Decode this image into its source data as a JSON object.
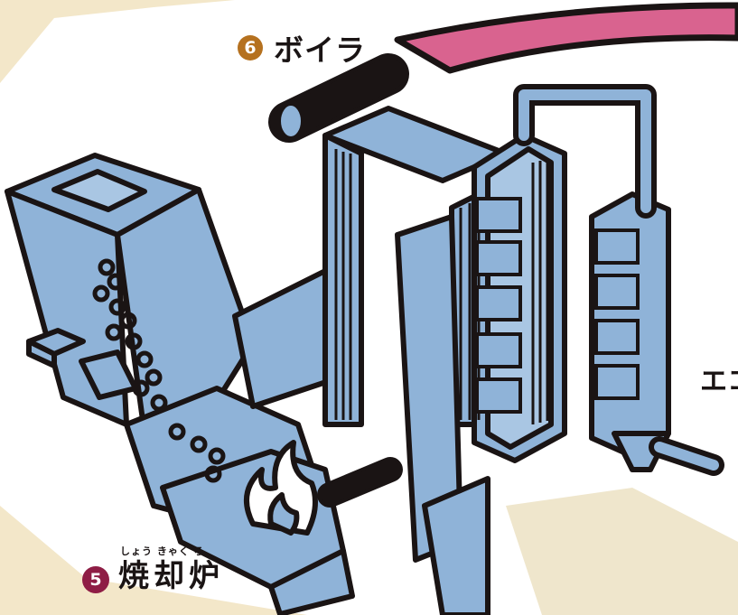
{
  "labels": {
    "boiler": {
      "number": "6",
      "text": "ボイラ"
    },
    "incinerator": {
      "number": "5",
      "ruby": "しょう きゃく ろ",
      "text": "焼却炉"
    },
    "cut_off": {
      "text": "エコ"
    }
  },
  "colors": {
    "background": "#f3e7c9",
    "panel": "#ffffff",
    "equipment_fill": "#8fb3d8",
    "outline": "#1a1414",
    "conveyor_band": "#d9638f",
    "boiler_badge": "#b5711f",
    "incinerator_badge": "#8e1d45"
  }
}
